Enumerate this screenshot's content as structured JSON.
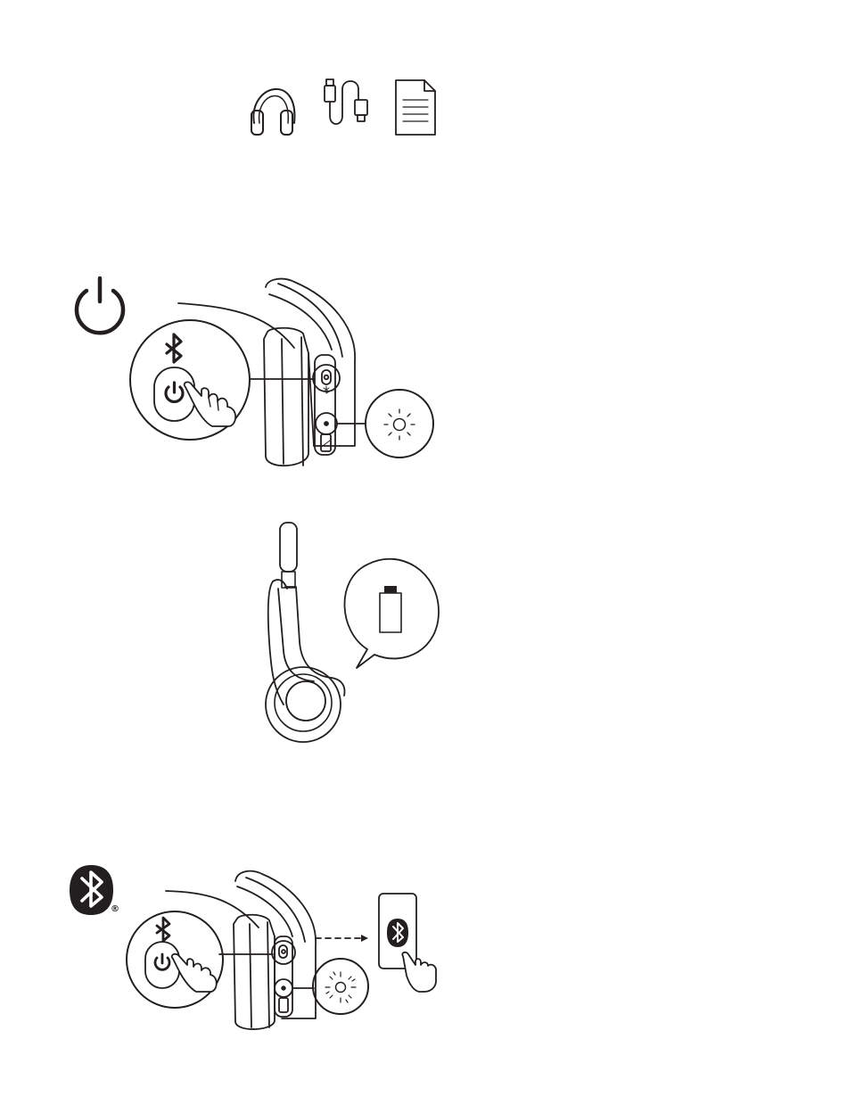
{
  "palette": {
    "ink": "#231f20",
    "paper": "#ffffff"
  },
  "sections": [
    {
      "id": "box-contents",
      "icons": [
        "headset-icon",
        "usb-cable-icon",
        "documentation-icon"
      ]
    },
    {
      "id": "power-on",
      "icons": [
        "power-icon",
        "bluetooth-icon",
        "press-hand-icon",
        "led-light-icon"
      ]
    },
    {
      "id": "charge",
      "icons": [
        "headset-side-icon",
        "battery-icon"
      ]
    },
    {
      "id": "pairing",
      "icons": [
        "bluetooth-badge-icon",
        "press-hand-icon",
        "led-blink-icon",
        "phone-bluetooth-icon"
      ]
    }
  ],
  "trademark_symbol": "®"
}
